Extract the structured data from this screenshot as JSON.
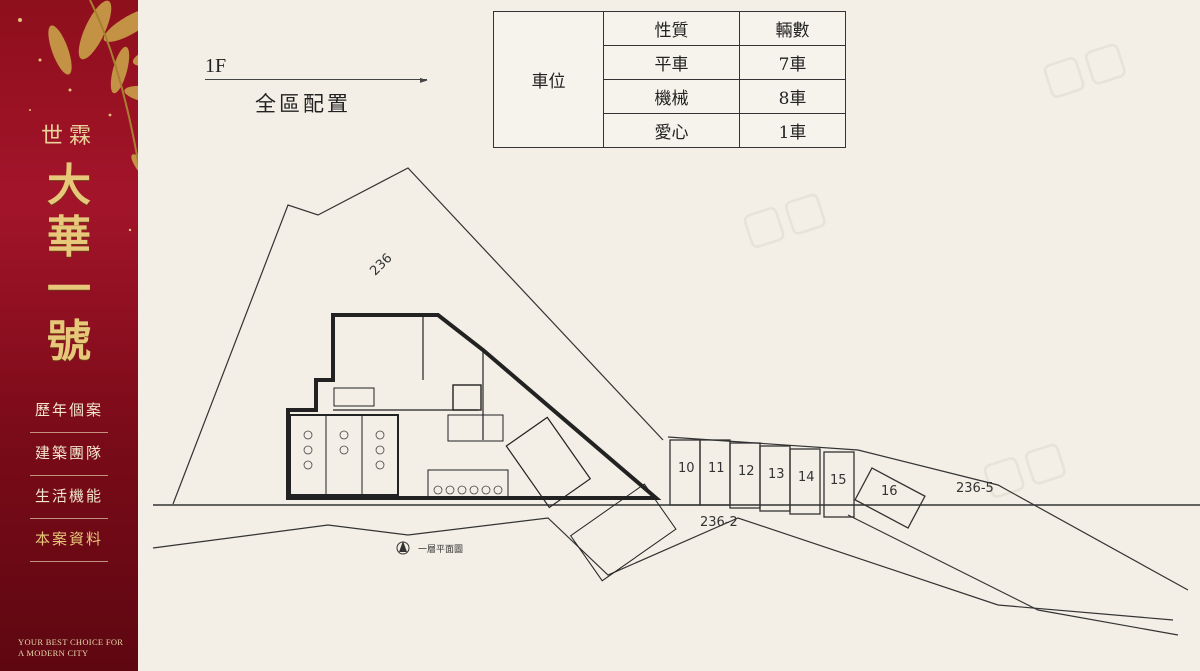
{
  "sidebar": {
    "brand_small": "世霖",
    "brand_big": [
      "大",
      "華",
      "一",
      "號"
    ],
    "nav": [
      {
        "label": "歷年個案"
      },
      {
        "label": "建築團隊"
      },
      {
        "label": "生活機能"
      },
      {
        "label": "本案資料"
      }
    ],
    "tagline": [
      "YOUR BEST CHOICE FOR",
      "A MODERN CITY"
    ],
    "colors": {
      "background": "#8e0f1c",
      "gold": "#e7c77a"
    }
  },
  "header": {
    "floor": "1F",
    "title": "全區配置"
  },
  "parking_table": {
    "row_header": "車位",
    "columns": [
      "性質",
      "輛數"
    ],
    "rows": [
      {
        "type": "平車",
        "count": "7車"
      },
      {
        "type": "機械",
        "count": "8車"
      },
      {
        "type": "愛心",
        "count": "1車"
      }
    ]
  },
  "plan": {
    "lot_labels": {
      "main": "236",
      "east": "236-5",
      "south": "236-2"
    },
    "caption": "一層平面圖",
    "parking_numbers": [
      "10",
      "11",
      "12",
      "13",
      "14",
      "15",
      "16"
    ],
    "north_icon": "north-arrow-icon"
  }
}
